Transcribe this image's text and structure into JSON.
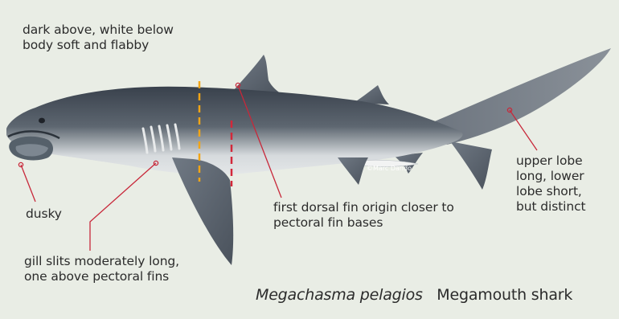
{
  "annotations": {
    "coloration_line1": "dark above, white below",
    "coloration_line2": "body soft and flabby",
    "mouth": "dusky",
    "gills_line1": "gill slits moderately long,",
    "gills_line2": "one above pectoral fins",
    "dorsal_line1": "first dorsal fin origin closer to",
    "dorsal_line2": "pectoral fin bases",
    "tail_line1": "upper lobe",
    "tail_line2": "long, lower",
    "tail_line3": "lobe short,",
    "tail_line4": "but distinct"
  },
  "credit": "©Marc Dando",
  "caption": {
    "scientific_name": "Megachasma pelagios",
    "common_name": "Megamouth shark"
  },
  "colors": {
    "background": "#e9ede5",
    "body_dark": "#4d5661",
    "belly": "#d6dadd",
    "callout_line": "#c8283a",
    "origin_marker_orange": "#f2a516",
    "pectoral_marker_red": "#d3283a"
  }
}
